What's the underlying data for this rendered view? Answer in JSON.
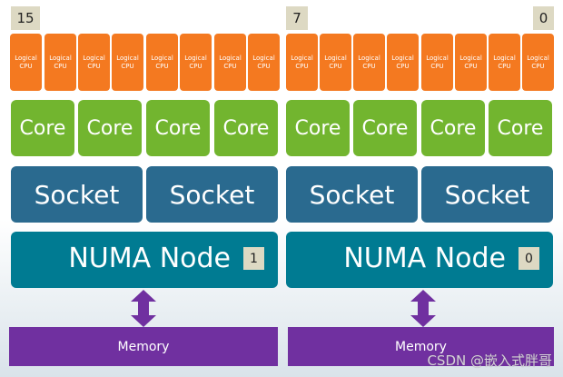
{
  "diagram": {
    "title": "NUMA topology",
    "colors": {
      "logical_cpu": "#f47920",
      "core": "#72b52f",
      "socket": "#2a6a8f",
      "numa_node": "#007b92",
      "memory": "#7030a0",
      "badge": "#ddd9c3"
    },
    "cpu_range_labels": {
      "left_start": "15",
      "right_start": "7",
      "right_end": "0"
    },
    "logical_cpu": {
      "line1": "Logical",
      "line2": "CPU"
    },
    "core_label": "Core",
    "socket_label": "Socket",
    "nodes": [
      {
        "label": "NUMA Node",
        "id": "1",
        "memory_label": "Memory"
      },
      {
        "label": "NUMA Node",
        "id": "0",
        "memory_label": "Memory"
      }
    ]
  },
  "watermark": "CSDN @嵌入式胖哥"
}
